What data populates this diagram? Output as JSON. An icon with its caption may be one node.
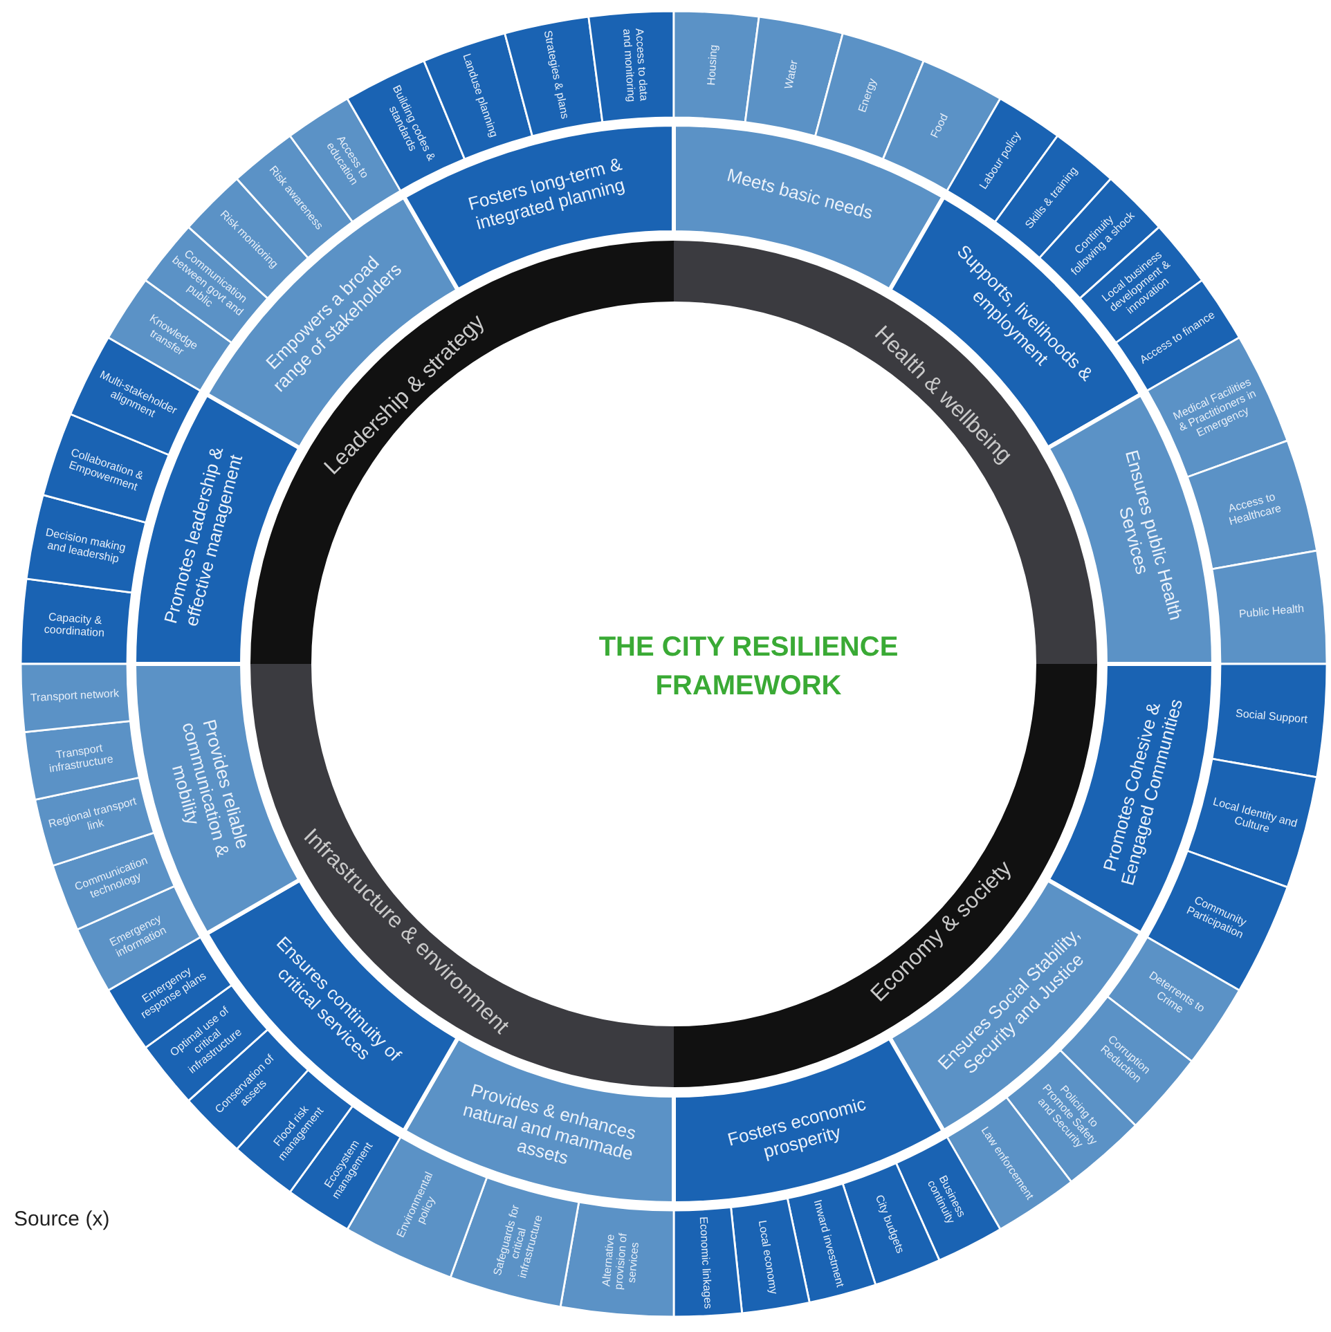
{
  "diagram": {
    "title": "THE CITY RESILIENCE FRAMEWORK",
    "nodes": [
      {
        "text": [
          "Leadership & strategy"
        ]
      },
      {
        "text": [
          "Health & wellbeing"
        ]
      },
      {
        "text": [
          "Economy & society"
        ]
      },
      {
        "text": [
          "Infrastructure & environment"
        ]
      },
      {
        "text": [
          "Promotes leadership & effective management"
        ]
      },
      {
        "text": [
          "Empowers a broad range of stakeholders"
        ]
      },
      {
        "text": [
          "Fosters long-term & integrated planning"
        ]
      },
      {
        "text": [
          "Meets basic needs"
        ]
      },
      {
        "text": [
          "Supports, livelihoods & employment"
        ]
      },
      {
        "text": [
          "Ensures public Health Services"
        ]
      },
      {
        "text": [
          "Promotes Cohesive & Eengaged Communities"
        ]
      },
      {
        "text": [
          "Ensures Social Stability, Security and Justice"
        ]
      },
      {
        "text": [
          "Fosters economic prosperity"
        ]
      },
      {
        "text": [
          "Provides & enhances natural and manmade assets"
        ]
      },
      {
        "text": [
          "Ensures continuity of critical services"
        ]
      },
      {
        "text": [
          "Provides reliable communication & mobility"
        ]
      },
      {
        "text": [
          "Capacity & coordination"
        ]
      },
      {
        "text": [
          "Decision making and leadership"
        ]
      },
      {
        "text": [
          "Collaboration & Empowerment"
        ]
      },
      {
        "text": [
          "Multi-stakeholder alignment"
        ]
      },
      {
        "text": [
          "Knowledge transfer"
        ]
      },
      {
        "text": [
          "Communication between govt and public"
        ]
      },
      {
        "text": [
          "Risk monitoring"
        ]
      },
      {
        "text": [
          "Risk awareness"
        ]
      },
      {
        "text": [
          "Access to education"
        ]
      },
      {
        "text": [
          "Building codes & standards"
        ]
      },
      {
        "text": [
          "Landuse planning"
        ]
      },
      {
        "text": [
          "Strategies & plans"
        ]
      },
      {
        "text": [
          "Access to data and monitoring"
        ]
      },
      {
        "text": [
          "Housing"
        ]
      },
      {
        "text": [
          "Water"
        ]
      },
      {
        "text": [
          "Energy"
        ]
      },
      {
        "text": [
          "Food"
        ]
      },
      {
        "text": [
          "Labour policy"
        ]
      },
      {
        "text": [
          "Skills & training"
        ]
      },
      {
        "text": [
          "Continuity following a shock"
        ]
      },
      {
        "text": [
          "Local business development & innovation"
        ]
      },
      {
        "text": [
          "Access to finance"
        ]
      },
      {
        "text": [
          "Medical Facilities & Practitioners in Emergency"
        ]
      },
      {
        "text": [
          "Access to Healthcare"
        ]
      },
      {
        "text": [
          "Public Health"
        ]
      },
      {
        "text": [
          "Social Support"
        ]
      },
      {
        "text": [
          "Local Identity and Culture"
        ]
      },
      {
        "text": [
          "Community Participation"
        ]
      },
      {
        "text": [
          "Deterrents to Crime"
        ]
      },
      {
        "text": [
          "Corruption Reduction"
        ]
      },
      {
        "text": [
          "Policing to Promote Safety and Security"
        ]
      },
      {
        "text": [
          "Law enforcement"
        ]
      },
      {
        "text": [
          "Business continuity"
        ]
      },
      {
        "text": [
          "City budgets"
        ]
      },
      {
        "text": [
          "Inward investment"
        ]
      },
      {
        "text": [
          "Local economy"
        ]
      },
      {
        "text": [
          "Economic linkages"
        ]
      },
      {
        "text": [
          "Alternative provision of services"
        ]
      },
      {
        "text": [
          "Safeguards for critical infrastructure"
        ]
      },
      {
        "text": [
          "Environmental policy"
        ]
      },
      {
        "text": [
          "Ecosystem management"
        ]
      },
      {
        "text": [
          "Flood risk management"
        ]
      },
      {
        "text": [
          "Conservation of assets"
        ]
      },
      {
        "text": [
          "Optimal use of critical infrastructure"
        ]
      },
      {
        "text": [
          "Emergency response plans"
        ]
      },
      {
        "text": [
          "Emergency information"
        ]
      },
      {
        "text": [
          "Communication technology"
        ]
      },
      {
        "text": [
          "Regional transport link"
        ]
      },
      {
        "text": [
          "Transport infrastructure"
        ]
      },
      {
        "text": [
          "Transport network"
        ]
      }
    ],
    "labels": [
      "Source (x)"
    ]
  }
}
